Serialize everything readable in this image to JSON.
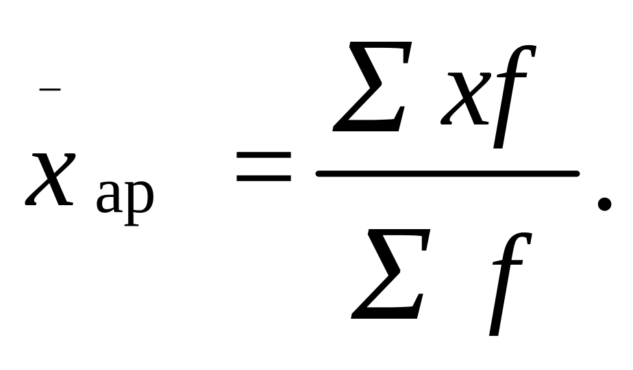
{
  "formula": {
    "overbar": "–",
    "variable": "x",
    "subscript": "ap",
    "equals": "=",
    "numerator": {
      "sigma": "Σ",
      "term": "xf"
    },
    "denominator": {
      "sigma": "Σ",
      "term": "f"
    },
    "terminator": "."
  }
}
